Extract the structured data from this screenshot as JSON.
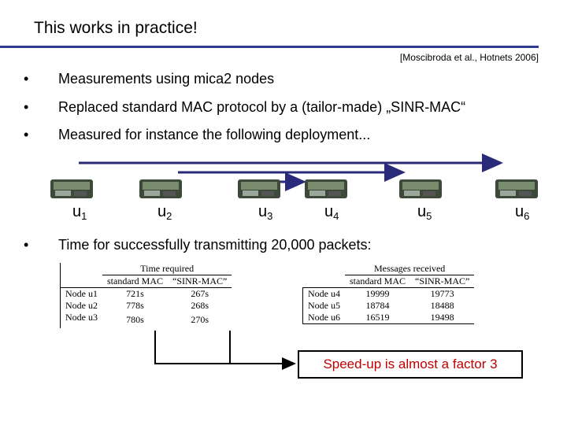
{
  "title": "This works in practice!",
  "citation": "[Moscibroda et al., Hotnets 2006]",
  "bullets": [
    "Measurements using mica2 nodes",
    "Replaced standard MAC protocol by a (tailor-made) „SINR-MAC“",
    "Measured for instance the following deployment..."
  ],
  "bullet4": "Time for successfully transmitting 20,000 packets:",
  "bullet_symbol": "•",
  "nodes": [
    {
      "base": "u",
      "sub": "1"
    },
    {
      "base": "u",
      "sub": "2"
    },
    {
      "base": "u",
      "sub": "3"
    },
    {
      "base": "u",
      "sub": "4"
    },
    {
      "base": "u",
      "sub": "5"
    },
    {
      "base": "u",
      "sub": "6"
    }
  ],
  "table1": {
    "group_header": "Time required",
    "col1": "standard MAC",
    "col2": "“SINR-MAC”",
    "rows": [
      {
        "node": "Node u1",
        "a": "721s",
        "b": "267s"
      },
      {
        "node": "Node u2",
        "a": "778s",
        "b": "268s"
      },
      {
        "node": "Node u3",
        "a": "780s",
        "b": "270s"
      }
    ]
  },
  "table2": {
    "group_header": "Messages received",
    "col1": "standard MAC",
    "col2": "“SINR-MAC”",
    "rows": [
      {
        "node": "Node u4",
        "a": "19999",
        "b": "19773"
      },
      {
        "node": "Node u5",
        "a": "18784",
        "b": "18488"
      },
      {
        "node": "Node u6",
        "a": "16519",
        "b": "19498"
      }
    ]
  },
  "callout": "Speed-up is almost a factor 3",
  "colors": {
    "rule": "#2f3b8f",
    "arrow": "#2a2a7a",
    "callout_text": "#c00000"
  }
}
